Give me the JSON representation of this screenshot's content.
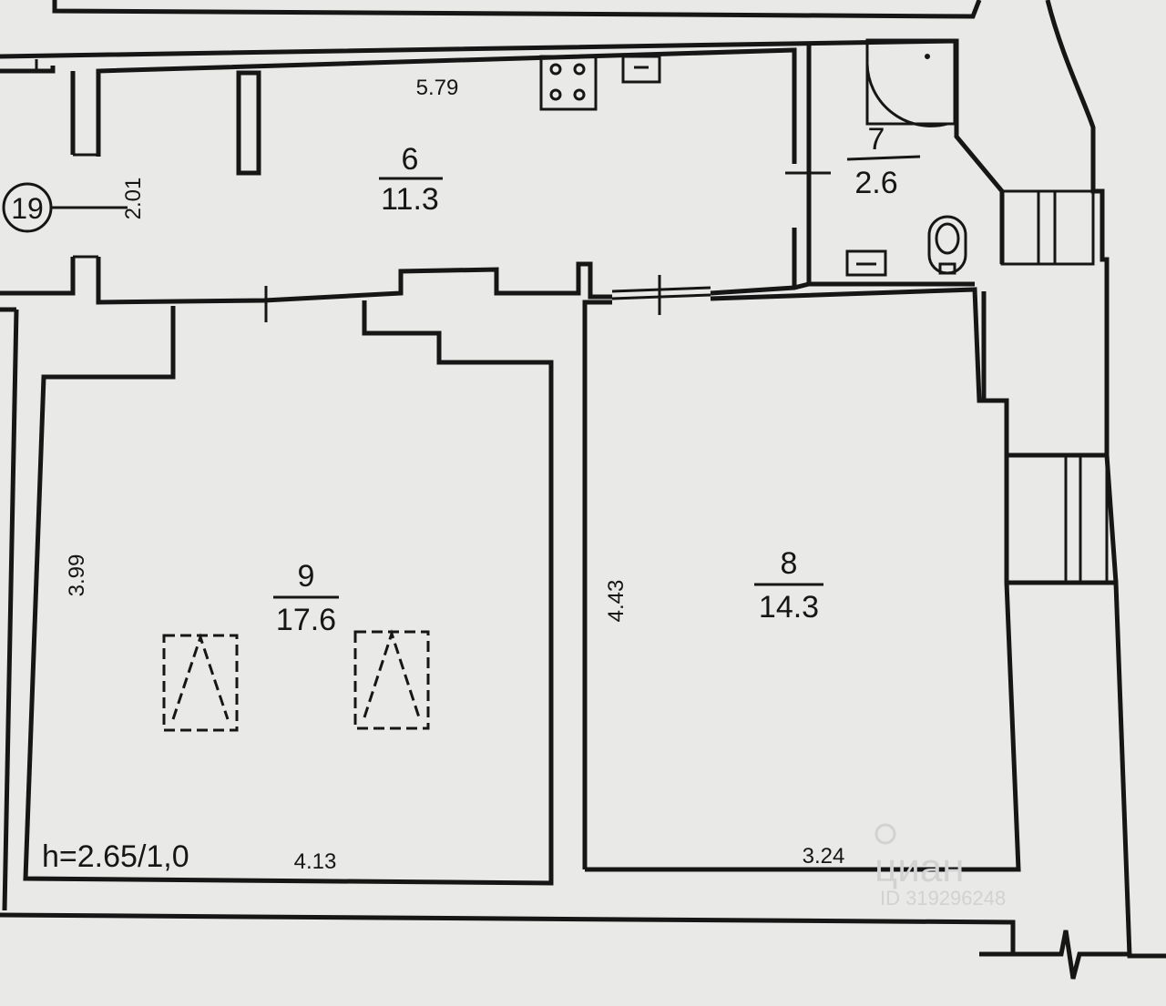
{
  "rooms": [
    {
      "number": "6",
      "area": "11.3"
    },
    {
      "number": "7",
      "area": "2.6"
    },
    {
      "number": "8",
      "area": "14.3"
    },
    {
      "number": "9",
      "area": "17.6"
    }
  ],
  "dimensions": {
    "kitchen_length": "5.79",
    "kitchen_width": "2.01",
    "room9_depth": "3.99",
    "room9_width": "4.13",
    "room8_depth": "4.43",
    "room8_width": "3.24"
  },
  "ceiling_height": "h=2.65/1,0",
  "apartment_marker": "19",
  "watermark": {
    "brand": "циан",
    "id": "ID 319296248"
  }
}
